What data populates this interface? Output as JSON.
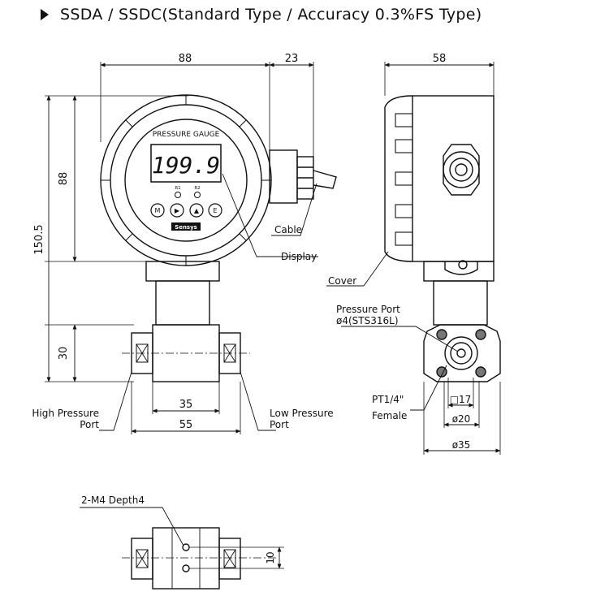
{
  "header": {
    "title": "SSDA / SSDC(Standard Type / Accuracy 0.3%FS Type)",
    "bullet_icon": "triangle-right-icon"
  },
  "front_view": {
    "dims": {
      "width": "88",
      "cable_offset": "23",
      "body_height": "88",
      "total_height": "150.5",
      "port_height": "30",
      "inner_width": "35",
      "outer_width": "55"
    },
    "gauge": {
      "title": "PRESSURE GAUGE",
      "reading": "199.9",
      "brand": "Sensys",
      "led_labels": [
        "R1",
        "R2"
      ],
      "buttons": [
        "M",
        "▶",
        "▲",
        "E"
      ]
    },
    "labels": {
      "cable": "Cable",
      "display": "Display",
      "high_port_line1": "High Pressure",
      "high_port_line2": "Port",
      "low_port_line1": "Low Pressure",
      "low_port_line2": "Port"
    }
  },
  "side_view": {
    "dims": {
      "depth": "58",
      "square": "□17",
      "dia_inner": "ø20",
      "dia_outer": "ø35"
    },
    "labels": {
      "cover": "Cover",
      "pressure_port_line1": "Pressure Port",
      "pressure_port_line2": "ø4(STS316L)",
      "thread_line1": "PT1/4\"",
      "thread_line2": "Female"
    }
  },
  "bottom_view": {
    "labels": {
      "mount": "2-M4 Depth4"
    },
    "dims": {
      "hole_spacing": "10"
    }
  }
}
